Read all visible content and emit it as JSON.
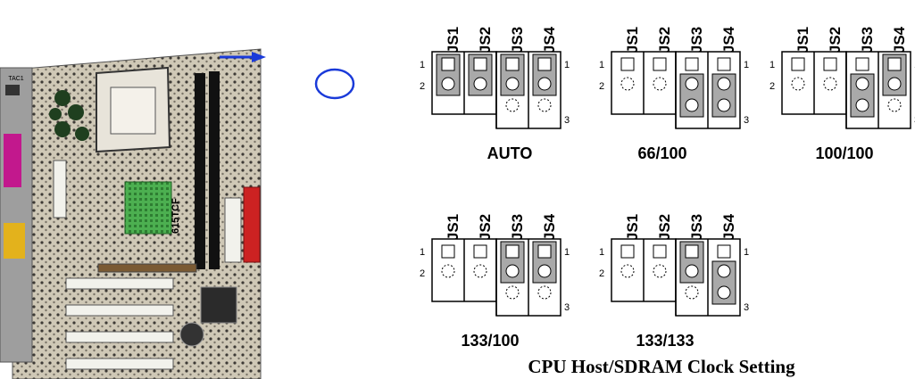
{
  "board": {
    "model_label": "615TCF",
    "io_label": "TAC1"
  },
  "jumper_names": [
    "JS1",
    "JS2",
    "JS3",
    "JS4"
  ],
  "pin_labels": {
    "one": "1",
    "two": "2",
    "three": "3"
  },
  "colors": {
    "shaded": "#a9a9a9",
    "arrow": "#1a3ad9",
    "ring": "#1a3ad9",
    "board_green": "#3fa34a",
    "pcb": "#6b5a3a"
  },
  "settings": [
    {
      "label": "AUTO",
      "jumpers": [
        "1-2",
        "1-2",
        "1-2",
        "1-2"
      ]
    },
    {
      "label": "66/100",
      "jumpers": [
        "open",
        "open",
        "2-3",
        "2-3"
      ]
    },
    {
      "label": "100/100",
      "jumpers": [
        "open",
        "open",
        "2-3",
        "1-2"
      ]
    },
    {
      "label": "133/100",
      "jumpers": [
        "open",
        "open",
        "1-2",
        "1-2"
      ]
    },
    {
      "label": "133/133",
      "jumpers": [
        "open",
        "open",
        "1-2",
        "2-3"
      ]
    }
  ],
  "caption": "CPU Host/SDRAM Clock Setting"
}
